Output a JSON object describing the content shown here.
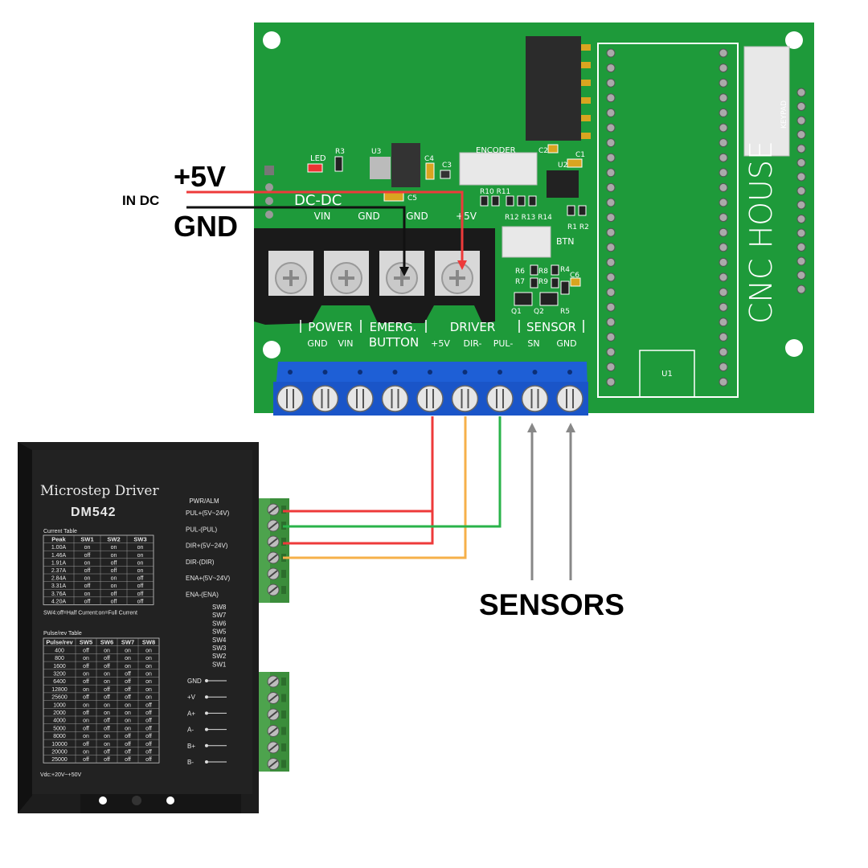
{
  "annotations": {
    "plus5v": "+5V",
    "in_dc": "IN DC",
    "gnd": "GND",
    "sensors": "SENSORS"
  },
  "board": {
    "brand": "CNC HOUSE",
    "led": "LED",
    "r3": "R3",
    "u3": "U3",
    "c4": "C4",
    "c3": "C3",
    "c5": "C5",
    "encoder": "ENCODER",
    "c2": "C2",
    "c1": "C1",
    "u2": "U2",
    "r10r11": "R10 R11",
    "r12r14": "R12 R13 R14",
    "r1r2": "R1 R2",
    "btn": "BTN",
    "dcdc": "DC-DC",
    "top_labels": [
      "VIN",
      "GND",
      "GND",
      "+5V"
    ],
    "r6": "R6",
    "r8": "R8",
    "r4": "R4",
    "r7": "R7",
    "r9": "R9",
    "c6": "C6",
    "q1": "Q1",
    "q2": "Q2",
    "r5": "R5",
    "keypad": "KEYPAD",
    "u1": "U1",
    "groups": [
      "POWER",
      "EMERG.",
      "BUTTON",
      "DRIVER",
      "SENSOR"
    ],
    "pins": [
      "GND",
      "VIN",
      "+5V",
      "DIR-",
      "PUL-",
      "SN",
      "GND"
    ]
  },
  "driver": {
    "title": "Microstep Driver",
    "model": "DM542",
    "pwr_alm": "PWR/ALM",
    "terminals": [
      "PUL+(5V~24V)",
      "PUL-(PUL)",
      "DIR+(5V~24V)",
      "DIR-(DIR)",
      "ENA+(5V~24V)",
      "ENA-(ENA)"
    ],
    "switches": [
      "SW8",
      "SW7",
      "SW6",
      "SW5",
      "SW4",
      "SW3",
      "SW2",
      "SW1"
    ],
    "power_terms": [
      "GND",
      "+V",
      "A+",
      "A-",
      "B+",
      "B-"
    ],
    "current_table": {
      "title": "Current Table",
      "headers": [
        "Peak",
        "SW1",
        "SW2",
        "SW3"
      ],
      "rows": [
        [
          "1.00A",
          "on",
          "on",
          "on"
        ],
        [
          "1.46A",
          "off",
          "on",
          "on"
        ],
        [
          "1.91A",
          "on",
          "off",
          "on"
        ],
        [
          "2.37A",
          "off",
          "off",
          "on"
        ],
        [
          "2.84A",
          "on",
          "on",
          "off"
        ],
        [
          "3.31A",
          "off",
          "on",
          "off"
        ],
        [
          "3.76A",
          "on",
          "off",
          "off"
        ],
        [
          "4.20A",
          "off",
          "off",
          "off"
        ]
      ],
      "note": "SW4:off=Half Current:on=Full Current"
    },
    "pulse_table": {
      "title": "Pulse/rev Table",
      "headers": [
        "Pulse/rev",
        "SW5",
        "SW6",
        "SW7",
        "SW8"
      ],
      "rows": [
        [
          "400",
          "off",
          "on",
          "on",
          "on"
        ],
        [
          "800",
          "on",
          "off",
          "on",
          "on"
        ],
        [
          "1600",
          "off",
          "off",
          "on",
          "on"
        ],
        [
          "3200",
          "on",
          "on",
          "off",
          "on"
        ],
        [
          "6400",
          "off",
          "on",
          "off",
          "on"
        ],
        [
          "12800",
          "on",
          "off",
          "off",
          "on"
        ],
        [
          "25600",
          "off",
          "off",
          "off",
          "on"
        ],
        [
          "1000",
          "on",
          "on",
          "on",
          "off"
        ],
        [
          "2000",
          "off",
          "on",
          "on",
          "off"
        ],
        [
          "4000",
          "on",
          "off",
          "on",
          "off"
        ],
        [
          "5000",
          "off",
          "off",
          "on",
          "off"
        ],
        [
          "8000",
          "on",
          "on",
          "off",
          "off"
        ],
        [
          "10000",
          "off",
          "on",
          "off",
          "off"
        ],
        [
          "20000",
          "on",
          "off",
          "off",
          "off"
        ],
        [
          "25000",
          "off",
          "off",
          "off",
          "off"
        ]
      ]
    },
    "vdc": "Vdc:+20V~+50V"
  },
  "colors": {
    "board": "#1e9a3a",
    "wire_red": "#ee3a3a",
    "wire_green": "#2ab34a",
    "wire_orange": "#f6b04a",
    "wire_black": "#111111",
    "arrow_gray": "#888888",
    "terminal_blue": "#1e5fd6",
    "driver_body": "#1d1d1d"
  }
}
